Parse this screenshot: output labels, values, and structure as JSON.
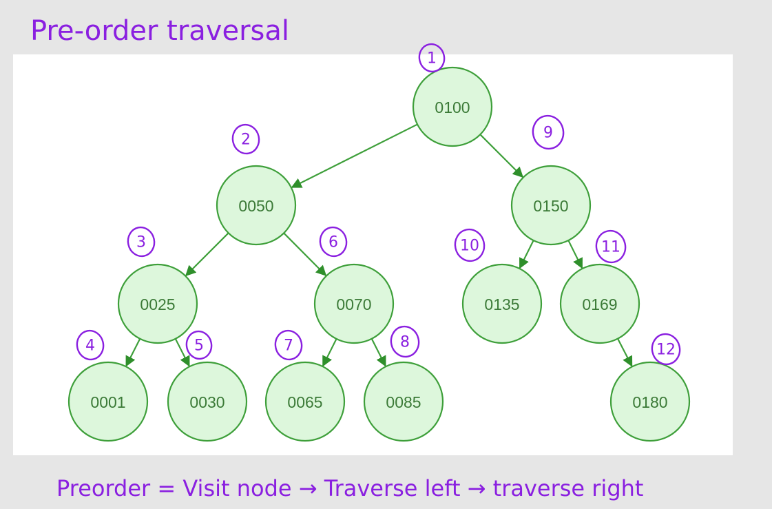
{
  "title": "Pre-order traversal",
  "footer": "Preorder = Visit node → Traverse left → traverse right",
  "colors": {
    "node_fill": "#ddf7dc",
    "node_stroke": "#3e9f3a",
    "node_text": "#3b7a37",
    "ink": "#8a1fe0",
    "panel": "#ffffff",
    "background": "#e6e6e6"
  },
  "tree": {
    "nodes": [
      {
        "id": "n0100",
        "label": "0100",
        "order": "1"
      },
      {
        "id": "n0050",
        "label": "0050",
        "order": "2"
      },
      {
        "id": "n0025",
        "label": "0025",
        "order": "3"
      },
      {
        "id": "n0001",
        "label": "0001",
        "order": "4"
      },
      {
        "id": "n0030",
        "label": "0030",
        "order": "5"
      },
      {
        "id": "n0070",
        "label": "0070",
        "order": "6"
      },
      {
        "id": "n0065",
        "label": "0065",
        "order": "7"
      },
      {
        "id": "n0085",
        "label": "0085",
        "order": "8"
      },
      {
        "id": "n0150",
        "label": "0150",
        "order": "9"
      },
      {
        "id": "n0135",
        "label": "0135",
        "order": "10"
      },
      {
        "id": "n0169",
        "label": "0169",
        "order": "11"
      },
      {
        "id": "n0180",
        "label": "0180",
        "order": "12"
      }
    ],
    "edges": [
      [
        "n0100",
        "n0050"
      ],
      [
        "n0100",
        "n0150"
      ],
      [
        "n0050",
        "n0025"
      ],
      [
        "n0050",
        "n0070"
      ],
      [
        "n0025",
        "n0001"
      ],
      [
        "n0025",
        "n0030"
      ],
      [
        "n0070",
        "n0065"
      ],
      [
        "n0070",
        "n0085"
      ],
      [
        "n0150",
        "n0135"
      ],
      [
        "n0150",
        "n0169"
      ],
      [
        "n0169",
        "n0180"
      ]
    ]
  }
}
